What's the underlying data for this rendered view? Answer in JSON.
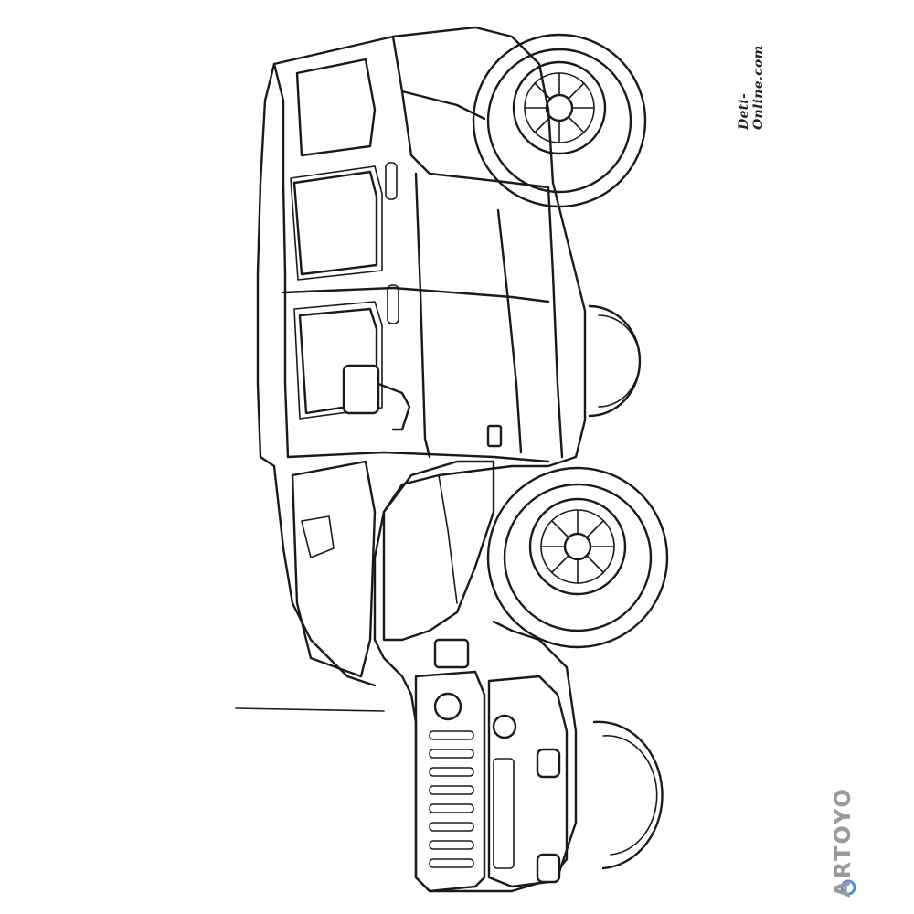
{
  "image": {
    "subject": "Hummer",
    "background_color": "#ffffff",
    "line_color": "#1a1a1a"
  },
  "watermarks": {
    "site": "Deti-Online.com",
    "brand": "ARTOYO"
  },
  "colors": {
    "brand_text": "#9a9a9a",
    "brand_ring": "#4a90d9"
  }
}
